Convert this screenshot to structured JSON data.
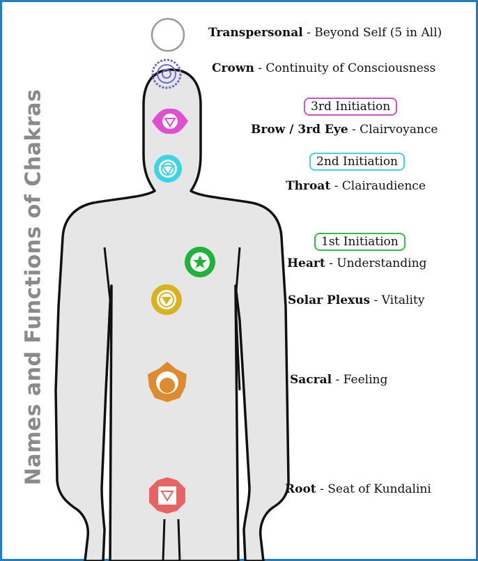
{
  "title": "Names and Functions of Chakras",
  "chakras": [
    {
      "name": "Transpersonal",
      "function": "Beyond Self (5 in All)",
      "color": "#9a9a9a"
    },
    {
      "name": "Crown",
      "function": "Continuity of Consciousness",
      "color": "#6b6bc7"
    },
    {
      "name": "Brow / 3rd Eye",
      "function": "Clairvoyance",
      "color": "#e04fd0"
    },
    {
      "name": "Throat",
      "function": "Clairaudience",
      "color": "#39d4e6"
    },
    {
      "name": "Heart",
      "function": "Understanding",
      "color": "#1fb33a"
    },
    {
      "name": "Solar Plexus",
      "function": "Vitality",
      "color": "#d9b21f"
    },
    {
      "name": "Sacral",
      "function": "Feeling",
      "color": "#de8a2e"
    },
    {
      "name": "Root",
      "function": "Seat of Kundalini",
      "color": "#e86363"
    }
  ],
  "initiations": [
    {
      "label": "3rd Initiation",
      "color": "#d84cc9"
    },
    {
      "label": "2nd Initiation",
      "color": "#3fd3e3"
    },
    {
      "label": "1st Initiation",
      "color": "#2fbf3f"
    }
  ],
  "separator": " - ",
  "frame_color": "#1f7ec4"
}
